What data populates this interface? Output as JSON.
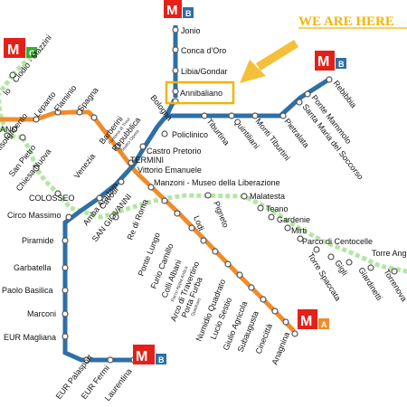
{
  "colors": {
    "line_a": "#f08c2c",
    "line_b": "#2e6fa6",
    "line_c": "#b4e6a4",
    "logo_red": "#e32119",
    "highlight": "#f4b400",
    "arrow": "#f5bf3a"
  },
  "callout": {
    "text": "WE ARE HERE"
  },
  "logos": [
    {
      "m": "M",
      "letter": "C"
    },
    {
      "m": "M",
      "letter": "B"
    },
    {
      "m": "M",
      "letter": "B"
    },
    {
      "m": "M",
      "letter": "B"
    },
    {
      "m": "M",
      "letter": "A"
    }
  ],
  "stations": {
    "jonio": "Jonio",
    "conca_doro": "Conca d'Oro",
    "libia_gondar": "Libia/Gondar",
    "annibaliano": "Annibaliano",
    "rebibbia": "Rebibbia",
    "ponte_mammolo": "Ponte Mammolo",
    "santa_maria_del_soccorso": "Santa Maria del Soccorso",
    "pietralata": "Pietralata",
    "monti_tiburtini": "Monti Tiburtini",
    "quintiliani": "Quintiliani",
    "tiburtina": "Tiburtina",
    "bologna": "Bologna",
    "policlinico": "Policlinico",
    "castro_pretorio": "Castro Pretorio",
    "termini": "TERMINI",
    "cavour": "Cavour",
    "colosseo": "COLOSSEO",
    "circo_massimo": "Circo Massimo",
    "piramide": "Piramide",
    "garbatella": "Garbatella",
    "paolo_basilica": "Paolo Basilica",
    "marconi": "Marconi",
    "eur_magliana": "EUR Magliana",
    "eur_palasport": "EUR Palasport",
    "eur_fermi": "EUR Fermi",
    "laurentina": "Laurentina",
    "ottaviano": "Ottaviano",
    "lepanto": "Lepanto",
    "flaminio": "Flaminio",
    "spagna": "Spagna",
    "barberini": "Barberini",
    "fontana_di_trevi": "Fontana di Trevi",
    "repubblica": "Repubblica",
    "teatro_opera": "Teatro Opera",
    "vittorio_emanuele": "Vittorio Emanuele",
    "manzoni": "Manzoni - Museo della Liberazione",
    "san_giovanni": "SAN GIOVANNI",
    "re_di_roma": "Re di Roma",
    "ponte_lungo": "Ponte Lungo",
    "furio_camillo": "Furio Camillo",
    "colli_albani": "Colli Albani",
    "parco_appia_antica": "Parco Appia Antica",
    "arco_di_travertino": "Arco di Travertino",
    "porta_furba": "Porta Furba",
    "quadraro": "Quadraro",
    "numidio_quadrato": "Numidio Quadrato",
    "lucio_sestio": "Lucio Sestio",
    "giulio_agricola": "Giulio Agricola",
    "subaugusta": "Subaugusta",
    "cinecitta": "Cinecittà",
    "anagnina": "Anagnina",
    "ottaviano_abbrev": "ANO",
    "clodio_mazzini": "Clodio - Mazzini",
    "cipro": "lo",
    "risorgimento": "Risorgimento",
    "san_pietro": "San Pietro",
    "chiesa_nuova": "Chiesa Nuova",
    "venezia": "Venezia",
    "amba_aradam": "Amba Aradam",
    "lodi": "Lodi",
    "pigneto": "Pigneto",
    "malatesta": "Malatesta",
    "teano": "Teano",
    "gardenie": "Gardenie",
    "mirti": "Mirti",
    "parco_di_centocelle": "Parco di Centocelle",
    "torre_spaccata": "Torre Spaccata",
    "gigli": "Gigli",
    "giardinetti": "Giardinetti",
    "torre_angela": "Torre Ang",
    "torrenova": "Torrenova"
  }
}
